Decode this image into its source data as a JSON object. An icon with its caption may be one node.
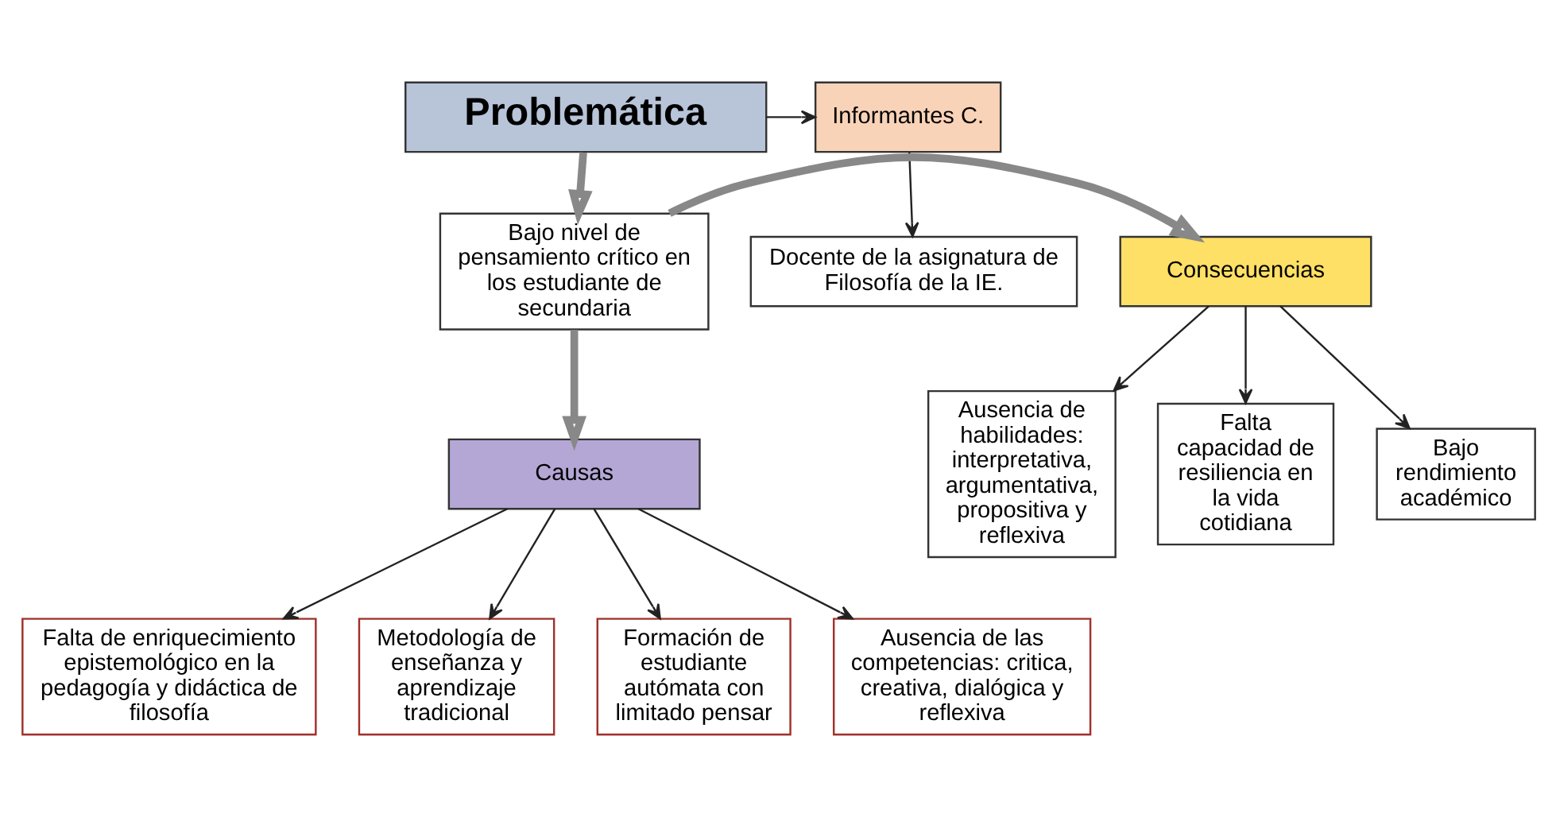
{
  "diagram": {
    "nodes": [
      {
        "text": [
          "Problemática"
        ]
      },
      {
        "text": [
          "Informantes C."
        ]
      },
      {
        "text": [
          "Docente de la asignatura de Filosofía de la IE."
        ]
      },
      {
        "text": [
          "Bajo nivel de pensamiento crítico en los estudiante de secundaria"
        ]
      },
      {
        "text": [
          "Consecuencias"
        ]
      },
      {
        "text": [
          "Bajo rendimiento académico"
        ]
      },
      {
        "text": [
          "Ausencia de habilidades: interpretativa, argumentativa, propositiva y reflexiva"
        ]
      },
      {
        "text": [
          "Falta capacidad de resiliencia en la vida cotidiana"
        ]
      },
      {
        "text": [
          "Causas"
        ]
      },
      {
        "text": [
          "Falta de enriquecimiento epistemológico en la pedagogía y didáctica de filosofía"
        ]
      },
      {
        "text": [
          "Metodología de enseñanza y aprendizaje tradicional"
        ]
      },
      {
        "text": [
          "Formación de estudiante autómata con limitado pensar"
        ]
      },
      {
        "text": [
          "Ausencia de las competencias: critica, creativa, dialógica y reflexiva"
        ]
      }
    ],
    "edges": [
      {
        "from": 0,
        "to": 1,
        "arrow": "to"
      },
      {
        "from": 1,
        "to": 2,
        "arrow": "to"
      },
      {
        "from": 0,
        "to": 3,
        "arrow": "to",
        "style": "thick",
        "color": "#888888"
      },
      {
        "from": 3,
        "to": 4,
        "arrow": "to",
        "style": "thick",
        "color": "#888888"
      },
      {
        "from": 3,
        "to": 8,
        "arrow": "to",
        "style": "thick",
        "color": "#888888"
      },
      {
        "from": 4,
        "to": 5,
        "arrow": "to"
      },
      {
        "from": 4,
        "to": 6,
        "arrow": "to"
      },
      {
        "from": 4,
        "to": 7,
        "arrow": "to"
      },
      {
        "from": 8,
        "to": 9,
        "arrow": "to"
      },
      {
        "from": 8,
        "to": 10,
        "arrow": "to"
      },
      {
        "from": 8,
        "to": 11,
        "arrow": "to"
      },
      {
        "from": 8,
        "to": 12,
        "arrow": "to"
      }
    ]
  }
}
